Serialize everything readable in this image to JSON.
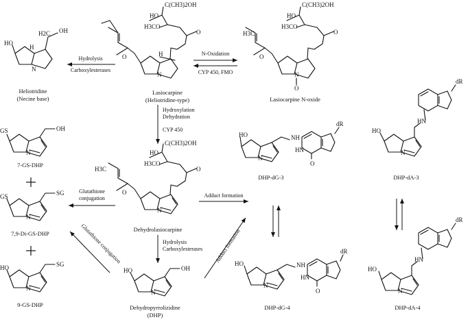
{
  "compounds": {
    "lasiocarpine": {
      "name": "Lasiocarpine",
      "subtitle": "(Heliotridine-type)"
    },
    "heliotridine": {
      "name": "Heliotridine",
      "subtitle": "(Necine base)"
    },
    "n_oxide": {
      "name": "Lasiocarpine N-oxide"
    },
    "dehydrolasio": {
      "name": "Dehydrolasiocarpine"
    },
    "dhp": {
      "name": "Dehydropyrrolizidine",
      "subtitle": "(DHP)"
    },
    "gs7": {
      "name": "7-GS-DHP"
    },
    "digs": {
      "name": "7,9-Di-GS-DHP"
    },
    "gs9": {
      "name": "9-GS-DHP"
    },
    "dg3": {
      "name": "DHP-dG-3"
    },
    "dg4": {
      "name": "DHP-dG-4"
    },
    "da3": {
      "name": "DHP-dA-3"
    },
    "da4": {
      "name": "DHP-dA-4"
    }
  },
  "reactions": {
    "hydrolysis": {
      "line1": "Hydrolysis",
      "line2": "Carboxylesterases"
    },
    "n_oxidation": {
      "line1": "N-Oxidation",
      "line2": "CYP 450, FMO"
    },
    "hydroxylation": {
      "line1": "Hydroxylation",
      "line2": "Dehydration",
      "line3": "CYP 450"
    },
    "glutathione": {
      "line1": "Glutathione",
      "line2": "conjugation"
    },
    "adduct": {
      "label": "Adduct formation"
    },
    "hydrolysis2": {
      "line1": "Hydrolysis",
      "line2": "Carboxylesterases"
    },
    "gsh_diag": {
      "label": "Glutathione conjugation"
    },
    "adduct_diag": {
      "label": "Adduct formation"
    }
  },
  "groups": {
    "c_ch3_2oh": "C(CH3)2OH",
    "ho": "HO",
    "h3co": "H3CO",
    "h3c": "H3C",
    "h2c": "H2C",
    "oh": "OH",
    "o": "O",
    "n": "N",
    "h": "H",
    "gs": "GS",
    "sg": "SG",
    "dr": "dR",
    "nh": "NH",
    "hn": "HN",
    "nh_lower": "N",
    "o_minus": "O",
    "plus_sign": "+"
  }
}
